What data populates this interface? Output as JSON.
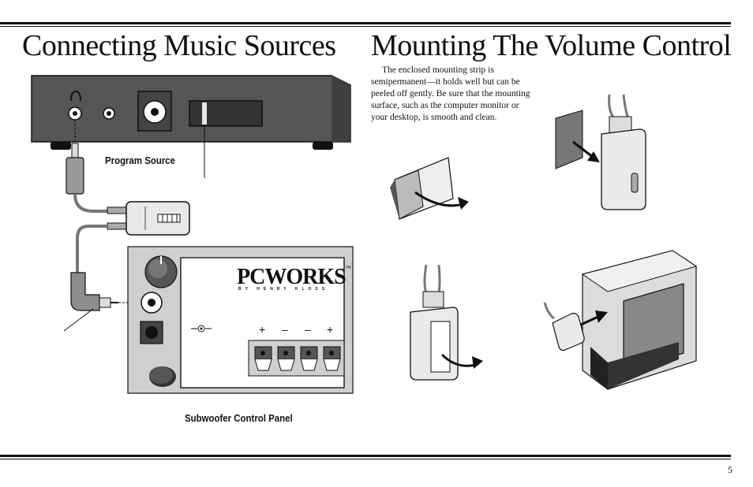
{
  "page": {
    "left_title": "Connecting Music Sources",
    "right_title": "Mounting The Volume Control",
    "mounting_text": "The enclosed mounting strip is semipermanent—it holds well but can be peeled off gently. Be sure that the mounting surface, such as the computer monitor or your desktop, is smooth and clean.",
    "label_program_source": "Program Source",
    "label_subwoofer_panel": "Subwoofer Control Panel",
    "page_number": "5"
  },
  "panel": {
    "brand": "PCWORKS",
    "brand_tm": "™",
    "brand_sub": "BY HENRY KLOSS",
    "terminal_signs": [
      "+",
      "–",
      "–",
      "+"
    ]
  },
  "colors": {
    "device_dark": "#555555",
    "panel_gray": "#cfcfcf",
    "ink": "#111111"
  }
}
